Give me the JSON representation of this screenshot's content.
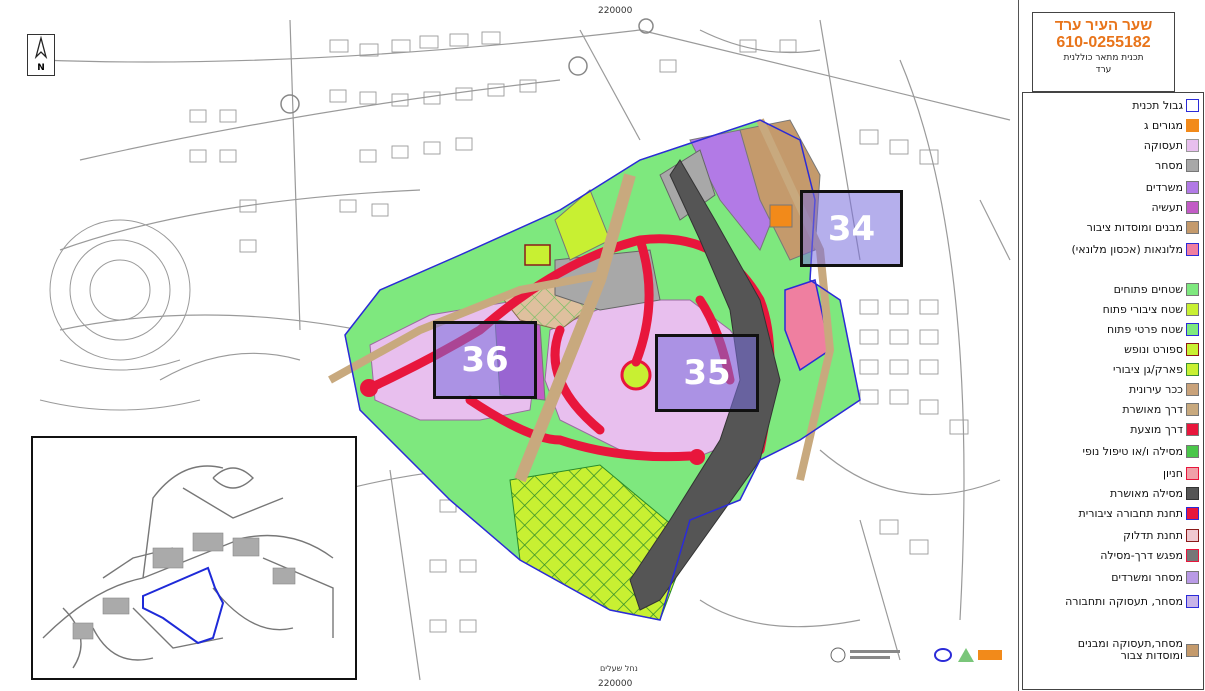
{
  "map": {
    "grid_label_top": "220000",
    "grid_label_bottom": "220000",
    "north_label": "N",
    "place_label": "נחל שעלים",
    "colors": {
      "open_space": "#7ee87e",
      "public_open": "#c8f032",
      "employment": "#e8bfee",
      "commerce": "#a8a8a8",
      "offices": "#b27ae6",
      "industry": "#c25cc6",
      "public_buildings": "#c49a6c",
      "hotels": "#ef7fa0",
      "approved_road": "#c8a97e",
      "proposed_road": "#e8163c",
      "railway": "#555555",
      "housing": "#f28a1a",
      "callout_fill": "#786edc"
    },
    "callouts": [
      {
        "label": "34"
      },
      {
        "label": "35"
      },
      {
        "label": "36"
      }
    ]
  },
  "header": {
    "plan_name": "שער העיר ערד",
    "plan_number": "610-0255182",
    "subtitle_line1": "תכנית מתאר כוללנית",
    "subtitle_line2": "ערד"
  },
  "legend": {
    "items": [
      {
        "label": "גבול תכנית",
        "color": "#ffffff",
        "border": "#2b2bd8"
      },
      {
        "label": "מגורים ג",
        "color": "#f28a1a",
        "border": "#f28a1a"
      },
      {
        "label": "תעסוקה",
        "color": "#e8bfee",
        "border": "#999"
      },
      {
        "label": "מסחר",
        "color": "#a8a8a8",
        "border": "#777"
      },
      {
        "label": "משרדים",
        "color": "#b27ae6",
        "border": "#777"
      },
      {
        "label": "תעשיה",
        "color": "#c25cc6",
        "border": "#777"
      },
      {
        "label": "מבנים ומוסדות ציבור",
        "color": "#c49a6c",
        "border": "#777"
      },
      {
        "label": "מלונאות (אכסון מלונאי)",
        "color": "#ef7fa0",
        "border": "#2b2bd8"
      },
      {
        "label": "שטחים פתוחים",
        "color": "#7ee87e",
        "border": "#777"
      },
      {
        "label": "שטח ציבורי פתוח",
        "color": "#c8f032",
        "border": "#777"
      },
      {
        "label": "שטח פרטי פתוח",
        "color": "#7ee87e",
        "border": "#2b2bd8"
      },
      {
        "label": "ספורט ונופש",
        "color": "#c8f032",
        "border": "#8b1a1a"
      },
      {
        "label": "פארק/גן ציבורי",
        "color": "#c8f032",
        "border": "#3a8a3a"
      },
      {
        "label": "ככר עירונית",
        "color": "#c9a27a",
        "border": "#777"
      },
      {
        "label": "דרך מאושרת",
        "color": "#c8a97e",
        "border": "#777"
      },
      {
        "label": "דרך מוצעת",
        "color": "#e8163c",
        "border": "#777"
      },
      {
        "label": "מסילה ו/או טיפול נופי",
        "color": "#4ac64a",
        "border": "#777"
      },
      {
        "label": "חניון",
        "color": "#f0a0a8",
        "border": "#e8163c"
      },
      {
        "label": "מסילה מאושרת",
        "color": "#555555",
        "border": "#333"
      },
      {
        "label": "תחנת תחבורה ציבורית",
        "color": "#e8163c",
        "border": "#2b2bd8"
      },
      {
        "label": "תחנת תדלוק",
        "color": "#f0c8d0",
        "border": "#8b1a1a"
      },
      {
        "label": "מפגש דרך-מסילה",
        "color": "#777777",
        "border": "#e8163c"
      },
      {
        "label": "מסחר ומשרדים",
        "color": "#b99ae6",
        "border": "#777"
      },
      {
        "label": "מסחר, תעסוקה ותחבורה",
        "color": "#c8b4e8",
        "border": "#2b2bd8"
      },
      {
        "label": "מסחר,תעסוקה ומבנים ומוסדות צבור",
        "color": "#c49a6c",
        "border": "#777"
      }
    ]
  }
}
